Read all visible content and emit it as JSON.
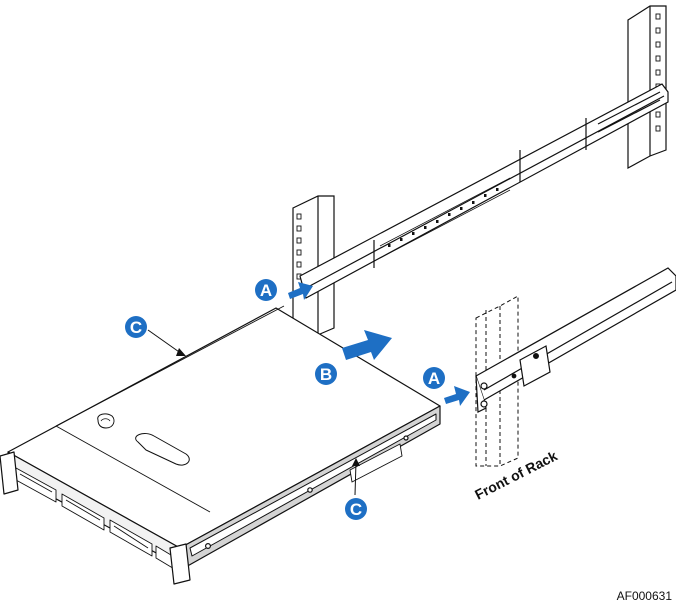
{
  "callouts": {
    "a_left": "A",
    "a_right": "A",
    "b": "B",
    "c_top": "C",
    "c_bottom": "C"
  },
  "labels": {
    "front_of_rack": "Front of Rack"
  },
  "figure_id": "AF000631",
  "colors": {
    "callout_fill": "#1e6fc4",
    "arrow_fill": "#1e6fc4",
    "line": "#111111",
    "chassis_bevel": "#c8c8c8"
  }
}
